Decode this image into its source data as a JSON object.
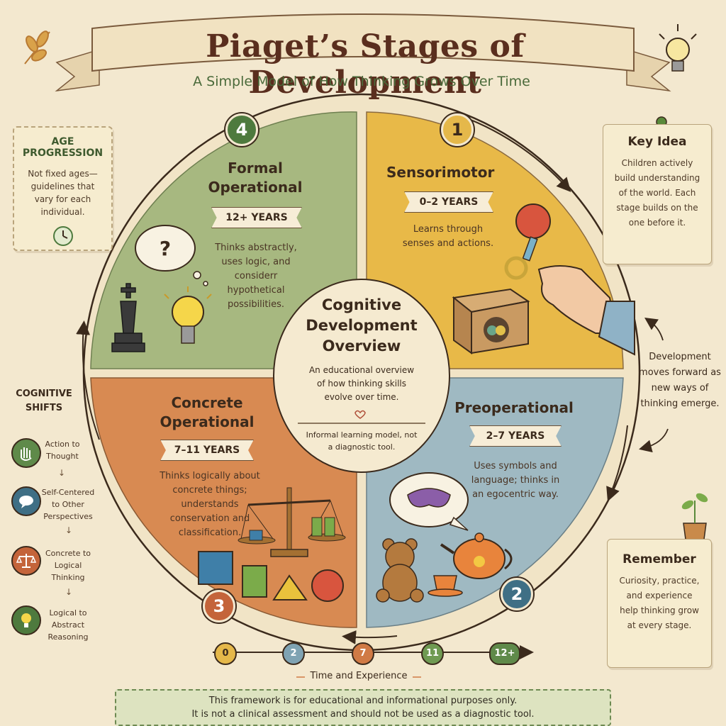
{
  "header": {
    "title": "Piaget’s Stages of Development",
    "subtitle": "A Simple Model of How Thinking Grows Over Time"
  },
  "age_progression": {
    "title": "AGE PROGRESSION",
    "text": "Not fixed ages—guidelines that vary for each individual."
  },
  "key_idea": {
    "title": "Key Idea",
    "text": "Children actively build understanding of the world. Each stage builds on the one before it."
  },
  "stages": [
    {
      "number": "1",
      "title": "Sensorimotor",
      "years": "0–2 YEARS",
      "desc": "Learns through senses and actions.",
      "color": "#e5b84a"
    },
    {
      "number": "2",
      "title": "Preoperational",
      "years": "2–7 YEARS",
      "desc": "Uses symbols and language; thinks in an egocentric way.",
      "color": "#9db7bf"
    },
    {
      "number": "3",
      "title": "Concrete Operational",
      "years": "7–11 YEARS",
      "desc": "Thinks logically about concrete things; understands conservation and classification.",
      "color": "#d98a52"
    },
    {
      "number": "4",
      "title": "Formal Operational",
      "years": "12+ YEARS",
      "desc": "Thinks abstractly, uses logic, and considerr hypothetical possibilities.",
      "color": "#a6b77f"
    }
  ],
  "center": {
    "title": "Cognitive Development Overview",
    "text": "An educational overview of how thinking skills evolve over time.",
    "note": "Informal learning model, not a diagnostic tool."
  },
  "development_note": "Development moves forward as new ways of thinking emerge.",
  "cognitive_shifts": {
    "title": "COGNITIVE SHIFTS",
    "items": [
      {
        "label": "Action to Thought",
        "icon": "hand-icon",
        "color": "#5f8a4a"
      },
      {
        "label": "Self-Centered to Other Perspectives",
        "icon": "speech-bubble-icon",
        "color": "#3f6f85"
      },
      {
        "label": "Concrete to Logical Thinking",
        "icon": "scale-icon",
        "color": "#c4643a"
      },
      {
        "label": "Logical to Abstract Reasoning",
        "icon": "lightbulb-icon",
        "color": "#4e7a3e"
      }
    ]
  },
  "remember": {
    "title": "Remember",
    "text": "Curiosity, practice, and experience help thinking grow at every stage."
  },
  "timeline": {
    "label": "Time and Experience",
    "points": [
      {
        "label": "0",
        "color": "#e5b84a"
      },
      {
        "label": "2",
        "color": "#7fa3b3"
      },
      {
        "label": "7",
        "color": "#d07a45"
      },
      {
        "label": "11",
        "color": "#6f9a52"
      },
      {
        "label": "12+",
        "color": "#5f8a4a"
      }
    ]
  },
  "footer": {
    "line1": "This framework is for educational and informational purposes only.",
    "line2": "It is not a clinical assessment and should not be used as a diagnostic tool."
  }
}
